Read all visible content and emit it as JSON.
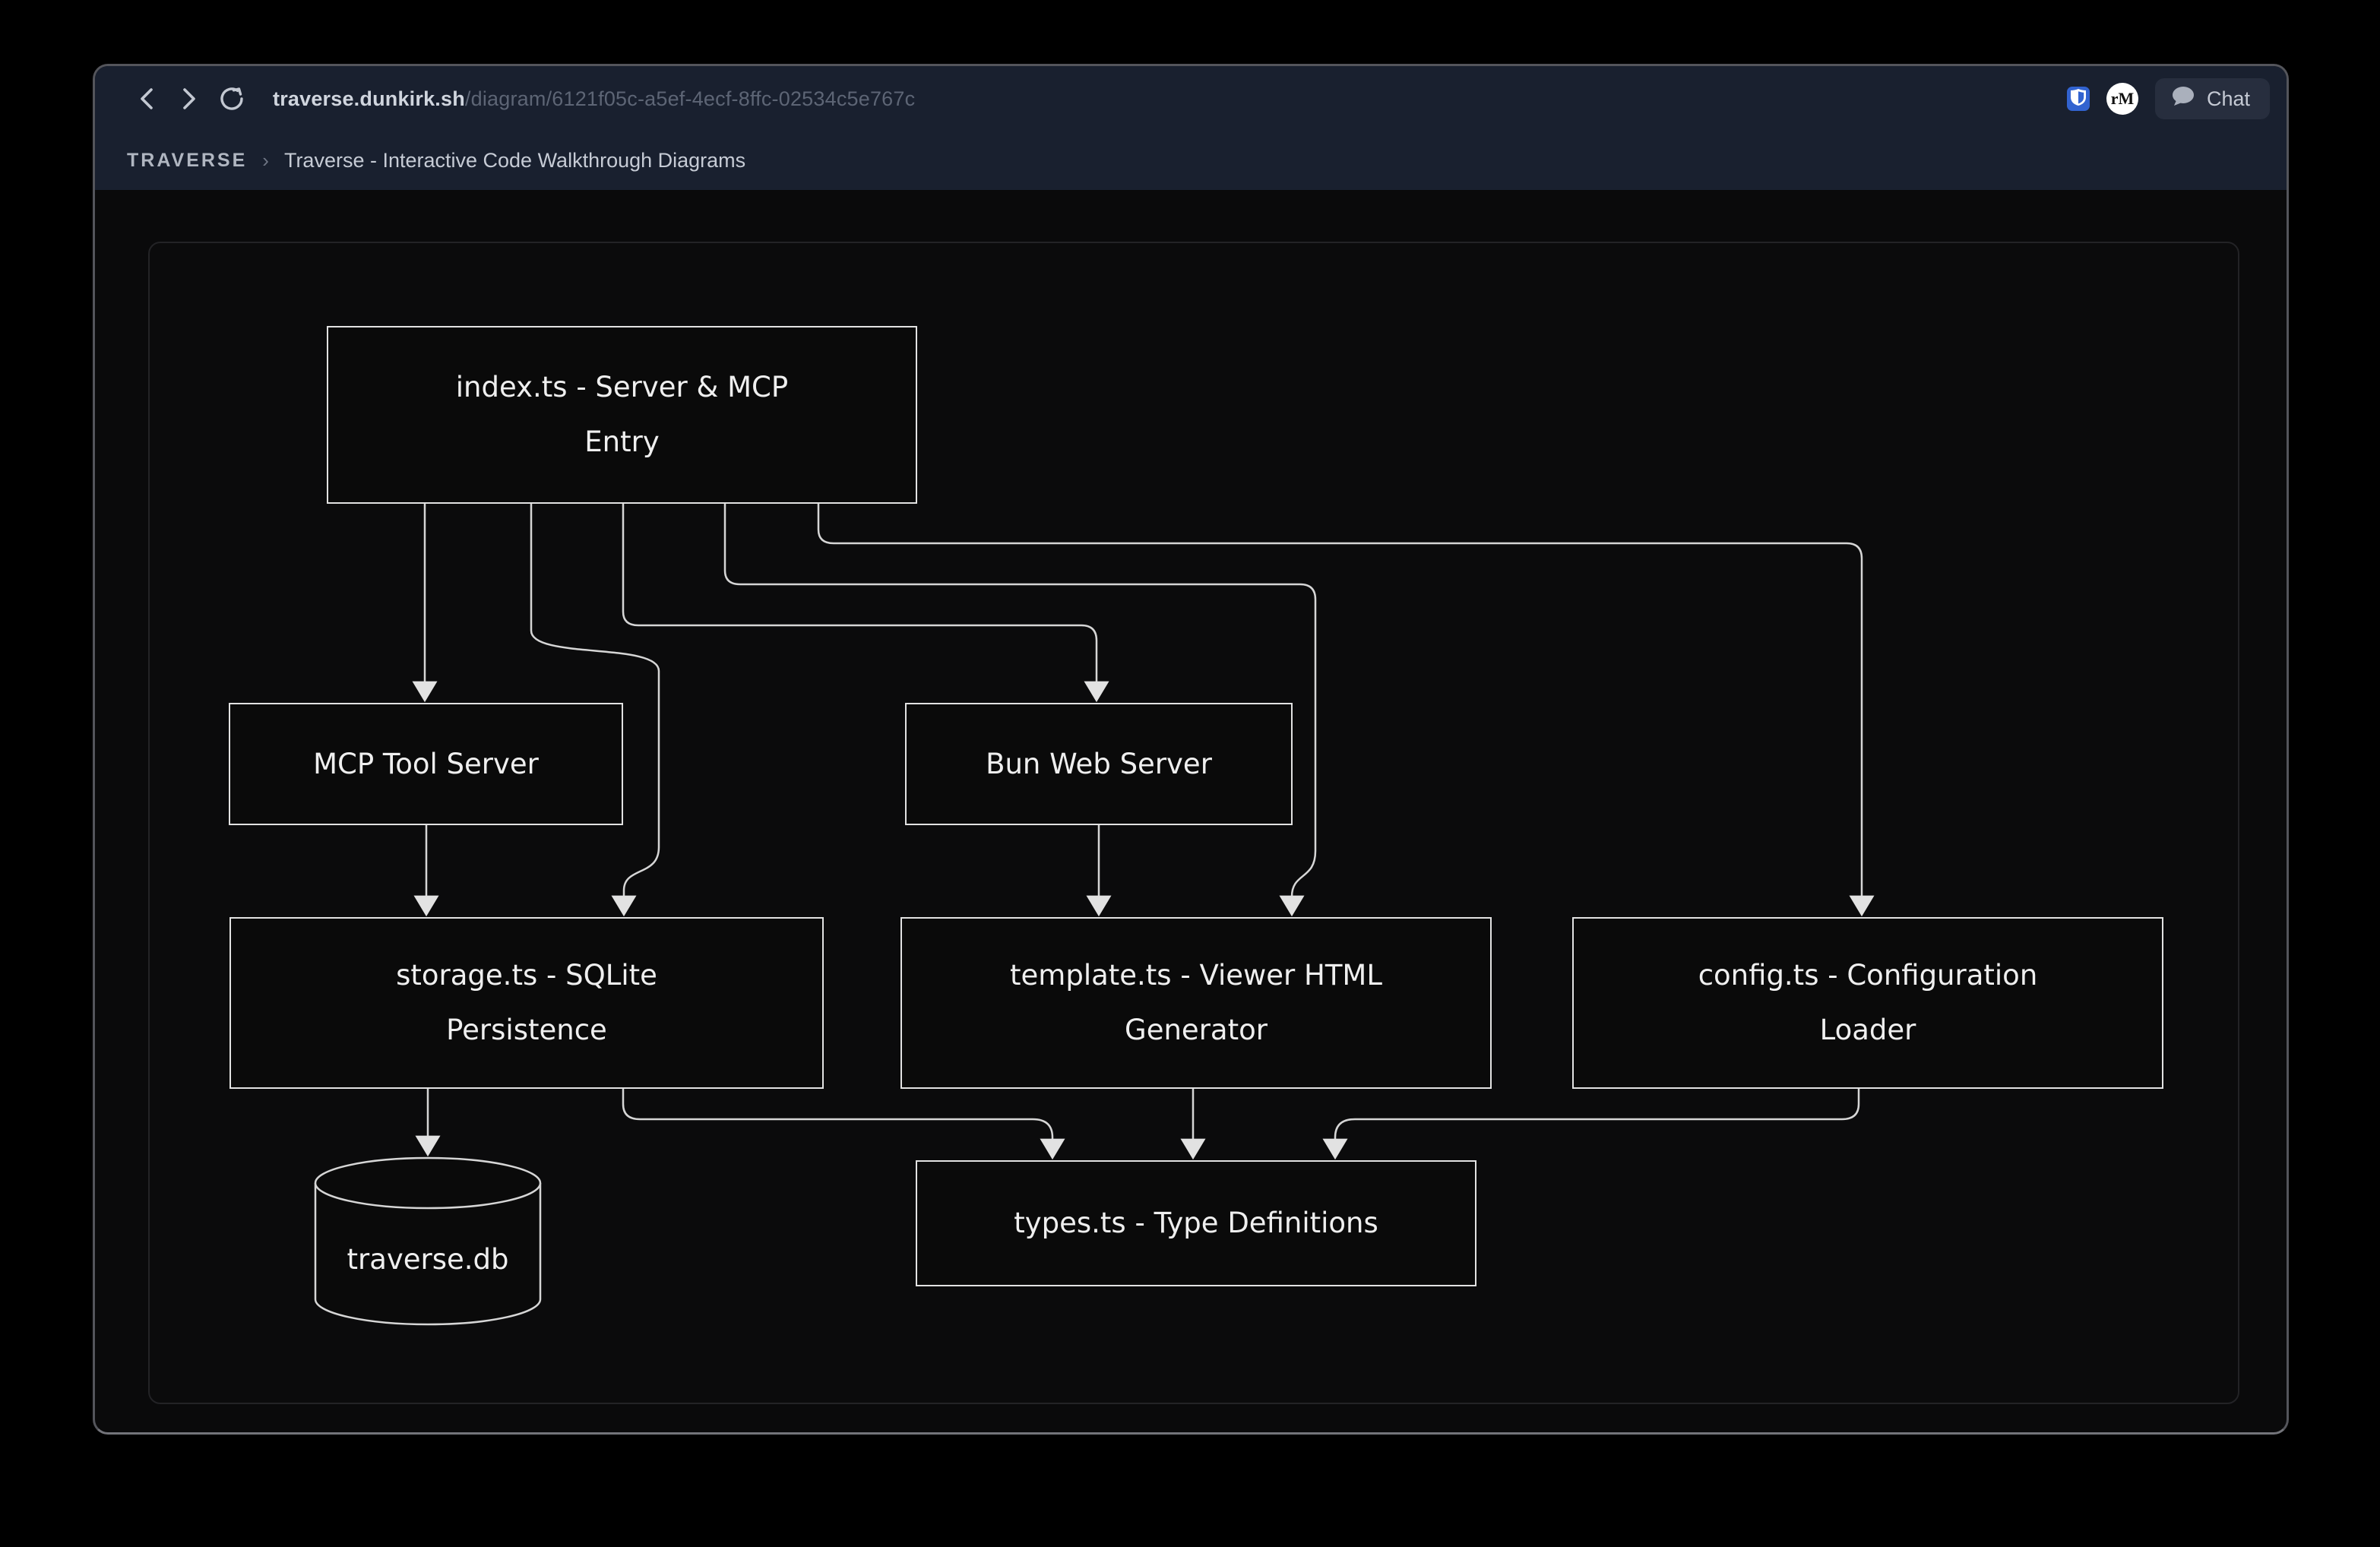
{
  "browser": {
    "toolbar": {
      "back_icon": "chevron-left",
      "forward_icon": "chevron-right",
      "reload_icon": "reload-arrow",
      "url": {
        "domain": "traverse.dunkirk.sh",
        "path": "/diagram/6121f05c-a5ef-4ecf-8ffc-02534c5e767c"
      }
    },
    "extensions": {
      "bitwarden_icon": "shield",
      "rm_badge_label": "rM"
    },
    "chat_button": {
      "icon": "speech-bubble",
      "label": "Chat"
    }
  },
  "breadcrumb": {
    "site": "TRAVERSE",
    "separator": "›",
    "page_title": "Traverse - Interactive Code Walkthrough Diagrams"
  },
  "diagram": {
    "nodes": [
      {
        "id": "index",
        "shape": "rect",
        "label": "index.ts - Server & MCP Entry",
        "lines": [
          "index.ts - Server & MCP",
          "Entry"
        ]
      },
      {
        "id": "mcp",
        "shape": "rect",
        "label": "MCP Tool Server",
        "lines": [
          "MCP Tool Server"
        ]
      },
      {
        "id": "bun",
        "shape": "rect",
        "label": "Bun Web Server",
        "lines": [
          "Bun Web Server"
        ]
      },
      {
        "id": "storage",
        "shape": "rect",
        "label": "storage.ts - SQLite Persistence",
        "lines": [
          "storage.ts - SQLite",
          "Persistence"
        ]
      },
      {
        "id": "template",
        "shape": "rect",
        "label": "template.ts - Viewer HTML Generator",
        "lines": [
          "template.ts - Viewer HTML",
          "Generator"
        ]
      },
      {
        "id": "config",
        "shape": "rect",
        "label": "config.ts - Configuration Loader",
        "lines": [
          "config.ts - Configuration",
          "Loader"
        ]
      },
      {
        "id": "types",
        "shape": "rect",
        "label": "types.ts - Type Definitions",
        "lines": [
          "types.ts - Type Definitions"
        ]
      },
      {
        "id": "db",
        "shape": "cylinder",
        "label": "traverse.db",
        "lines": [
          "traverse.db"
        ]
      }
    ],
    "edges": [
      {
        "from": "index",
        "to": "mcp"
      },
      {
        "from": "index",
        "to": "storage"
      },
      {
        "from": "index",
        "to": "bun"
      },
      {
        "from": "index",
        "to": "template"
      },
      {
        "from": "index",
        "to": "config"
      },
      {
        "from": "mcp",
        "to": "storage"
      },
      {
        "from": "bun",
        "to": "template"
      },
      {
        "from": "storage",
        "to": "db"
      },
      {
        "from": "storage",
        "to": "types"
      },
      {
        "from": "template",
        "to": "types"
      },
      {
        "from": "config",
        "to": "types"
      }
    ]
  },
  "colors": {
    "desktop_bg": "#000000",
    "chrome_bg": "#19202f",
    "window_bg": "#0a0a0b",
    "node_border": "#e2e2e2",
    "edge_line": "#d6d6d6",
    "bitwarden_blue": "#3263d0",
    "chat_button_bg": "#272e3e"
  }
}
